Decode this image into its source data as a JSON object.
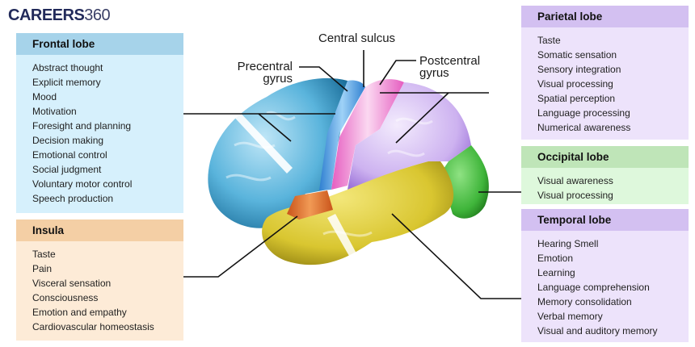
{
  "logo": {
    "bold": "CAREERS",
    "light": "360"
  },
  "labels": {
    "central_sulcus": "Central sulcus",
    "precentral_gyrus_line1": "Precentral",
    "precentral_gyrus_line2": "gyrus",
    "postcentral_gyrus_line1": "Postcentral",
    "postcentral_gyrus_line2": "gyrus"
  },
  "panels": {
    "frontal": {
      "title": "Frontal lobe",
      "color": "#a6d3ea",
      "items": [
        "Abstract thought",
        "Explicit memory",
        "Mood",
        "Motivation",
        "Foresight and planning",
        "Decision making",
        "Emotional control",
        "Social judgment",
        "Voluntary motor control",
        "Speech production"
      ]
    },
    "insula": {
      "title": "Insula",
      "color": "#f4cfa5",
      "items": [
        "Taste",
        "Pain",
        "Visceral sensation",
        "Consciousness",
        "Emotion and empathy",
        "Cardiovascular homeostasis"
      ]
    },
    "parietal": {
      "title": "Parietal lobe",
      "color": "#d3c0f1",
      "items": [
        "Taste",
        "Somatic sensation",
        "Sensory integration",
        "Visual processing",
        "Spatial perception",
        "Language processing",
        "Numerical awareness"
      ]
    },
    "occipital": {
      "title": "Occipital lobe",
      "color": "#bfe5b8",
      "items": [
        "Visual awareness",
        "Visual processing"
      ]
    },
    "temporal": {
      "title": "Temporal lobe",
      "color": "#d3c0f1",
      "items": [
        "Hearing Smell",
        "Emotion",
        "Learning",
        "Language comprehension",
        "Memory consolidation",
        "Verbal memory",
        "Visual and auditory memory"
      ]
    }
  },
  "brain_colors": {
    "frontal": "#5ab4dc",
    "precentral": "#3f95e0",
    "postcentral": "#f08fd4",
    "parietal": "#c9a9ef",
    "occipital": "#3fb53a",
    "temporal": "#d9c630",
    "insula": "#e0722a"
  }
}
